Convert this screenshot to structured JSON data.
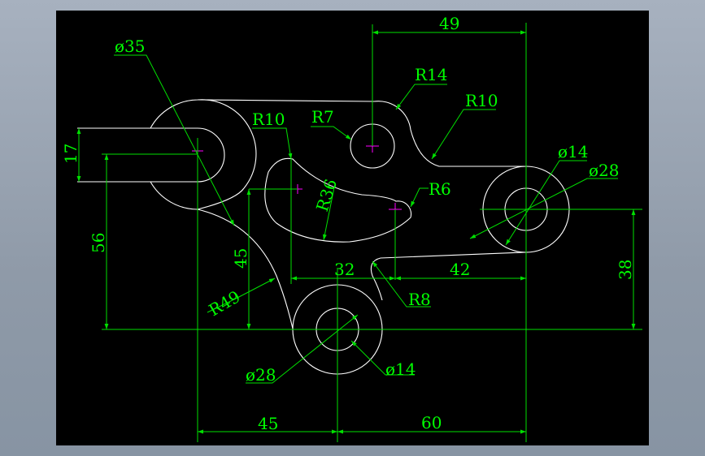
{
  "colors": {
    "background": "#000000",
    "frame": "#98a3b1",
    "geometry": "#ffffff",
    "dimension": "#00e000",
    "centermark": "#ff00ff"
  },
  "labels": {
    "dia35": "ø35",
    "r14": "R14",
    "r10_right": "R10",
    "r10_mid": "R10",
    "r7": "R7",
    "r36": "R36",
    "r6": "R6",
    "dia14_right": "ø14",
    "dia28_right": "ø28",
    "d17": "17",
    "d56": "56",
    "d45_vert": "45",
    "d32": "32",
    "d42": "42",
    "d38": "38",
    "d49": "49",
    "r49": "R49",
    "r8": "R8",
    "dia28_bottom": "ø28",
    "dia14_bottom": "ø14",
    "d45_bottom": "45",
    "d60": "60"
  }
}
